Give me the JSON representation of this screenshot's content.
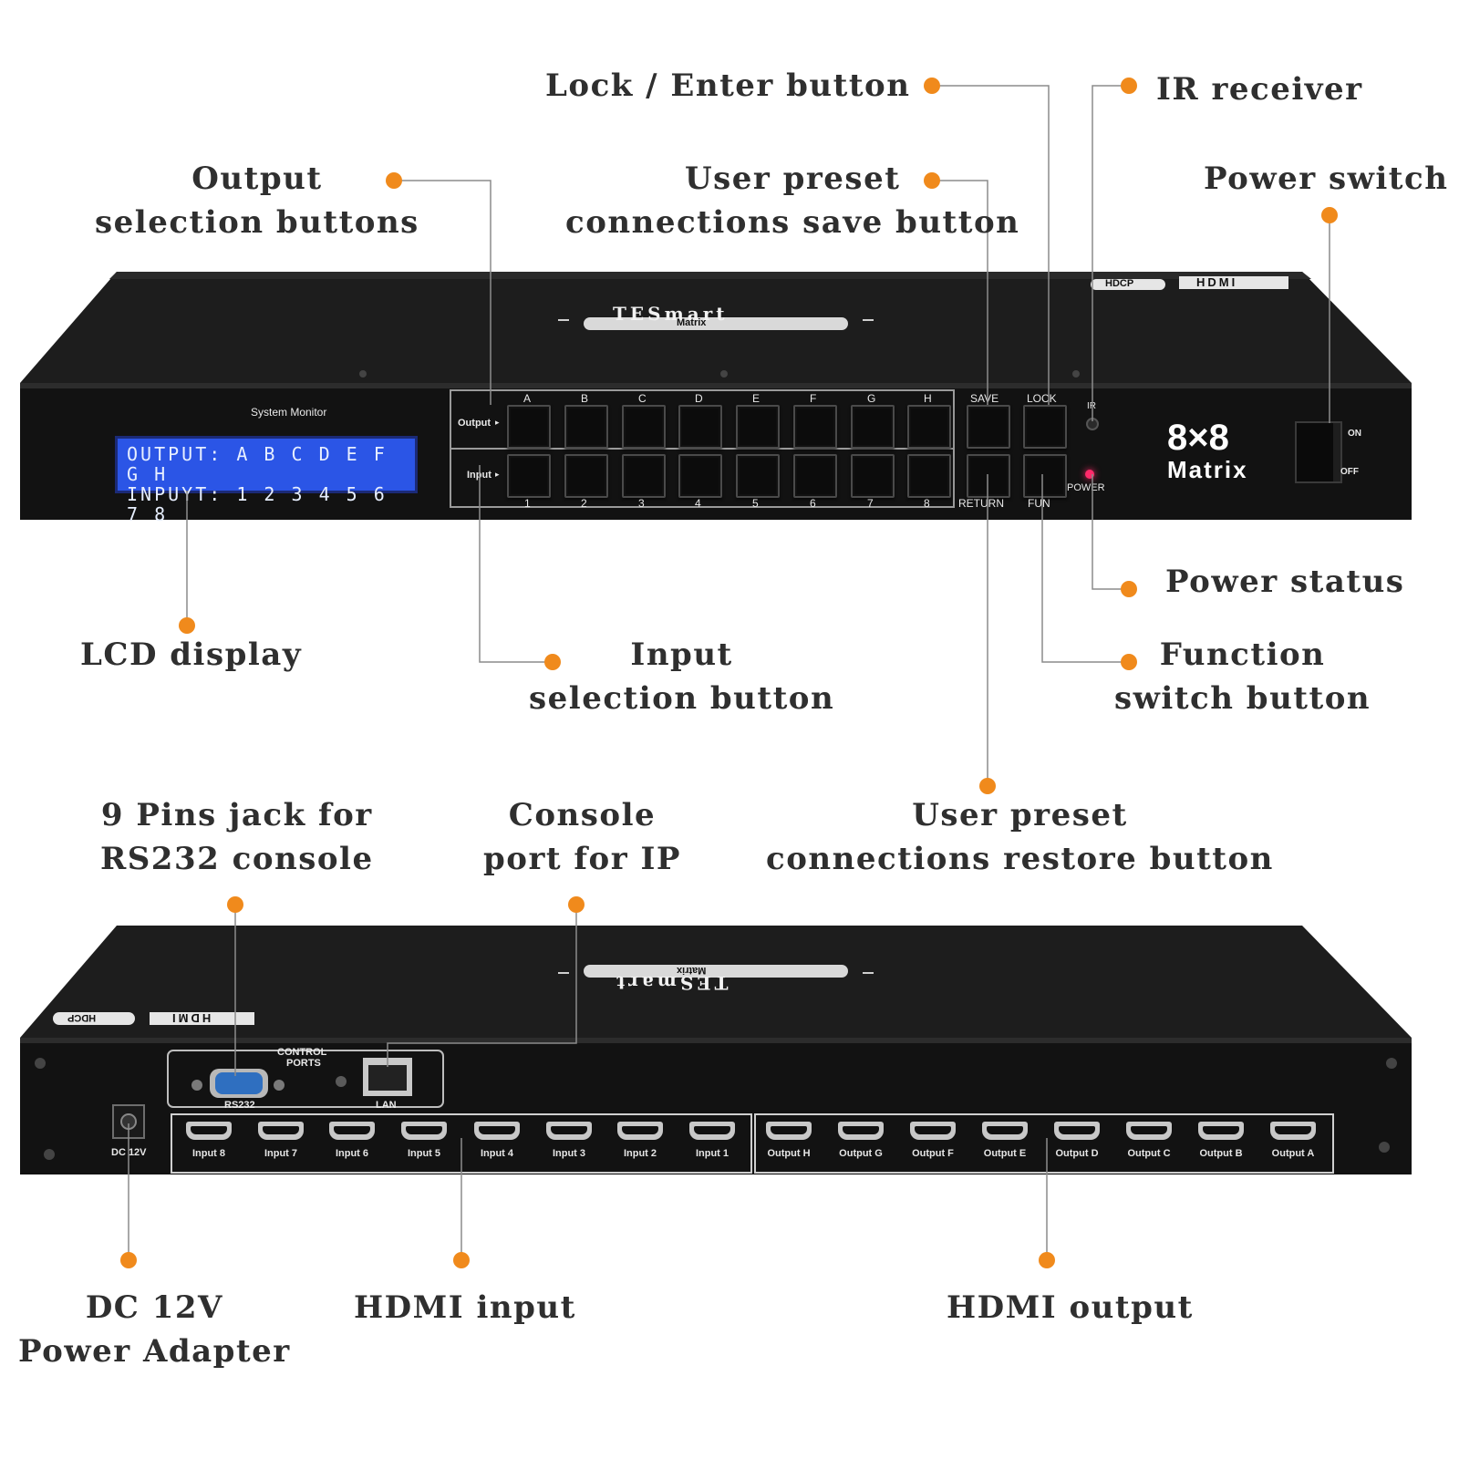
{
  "callouts": {
    "lock_enter": "Lock / Enter button",
    "ir_receiver": "IR receiver",
    "output_selection": [
      "Output",
      "selection buttons"
    ],
    "user_preset_save": [
      "User preset",
      "connections save button"
    ],
    "power_switch": "Power switch",
    "lcd_display": "LCD display",
    "input_selection": [
      "Input",
      "selection button"
    ],
    "power_status": "Power status",
    "function_switch": [
      "Function",
      "switch button"
    ],
    "user_preset_restore": [
      "User preset",
      "connections restore button"
    ],
    "rs232_jack": [
      "9 Pins jack for",
      "RS232 console"
    ],
    "console_port_ip": [
      "Console",
      "port for IP"
    ],
    "dc_power": [
      "DC 12V",
      "Power Adapter"
    ],
    "hdmi_input": "HDMI input",
    "hdmi_output": "HDMI output"
  },
  "front_panel": {
    "brand": "TESmart",
    "model_badge": "Matrix",
    "badge_num": "8",
    "hdcp_logo": "HDCP",
    "hdmi_logo": "HDMI",
    "system_monitor": "System Monitor",
    "lcd_line1": "OUTPUT: A B C D E F G H",
    "lcd_line2": "INPUYT: 1 2 3 4 5 6 7 8",
    "output_row_label": "Output",
    "input_row_label": "Input",
    "output_letters": [
      "A",
      "B",
      "C",
      "D",
      "E",
      "F",
      "G",
      "H"
    ],
    "input_numbers": [
      "1",
      "2",
      "3",
      "4",
      "5",
      "6",
      "7",
      "8"
    ],
    "save_label": "SAVE",
    "lock_label": "LOCK",
    "return_label": "RETURN",
    "fun_label": "FUN",
    "ir_label": "IR",
    "power_label": "POWER",
    "matrix_size": "8×8",
    "matrix_word": "Matrix",
    "switch_on": "ON",
    "switch_off": "OFF"
  },
  "rear_panel": {
    "control_ports": [
      "CONTROL",
      "PORTS"
    ],
    "rs232_label": "RS232",
    "lan_label": "LAN",
    "dc_label": "DC 12V",
    "inputs": [
      "Input 8",
      "Input 7",
      "Input 6",
      "Input 5",
      "Input 4",
      "Input 3",
      "Input 2",
      "Input 1"
    ],
    "outputs": [
      "Output H",
      "Output G",
      "Output F",
      "Output E",
      "Output D",
      "Output C",
      "Output B",
      "Output A"
    ]
  },
  "colors": {
    "accent_dot": "#f08a1c",
    "chassis": "#161616",
    "lcd": "#2b55e6",
    "power_led": "#ff2a6a"
  }
}
